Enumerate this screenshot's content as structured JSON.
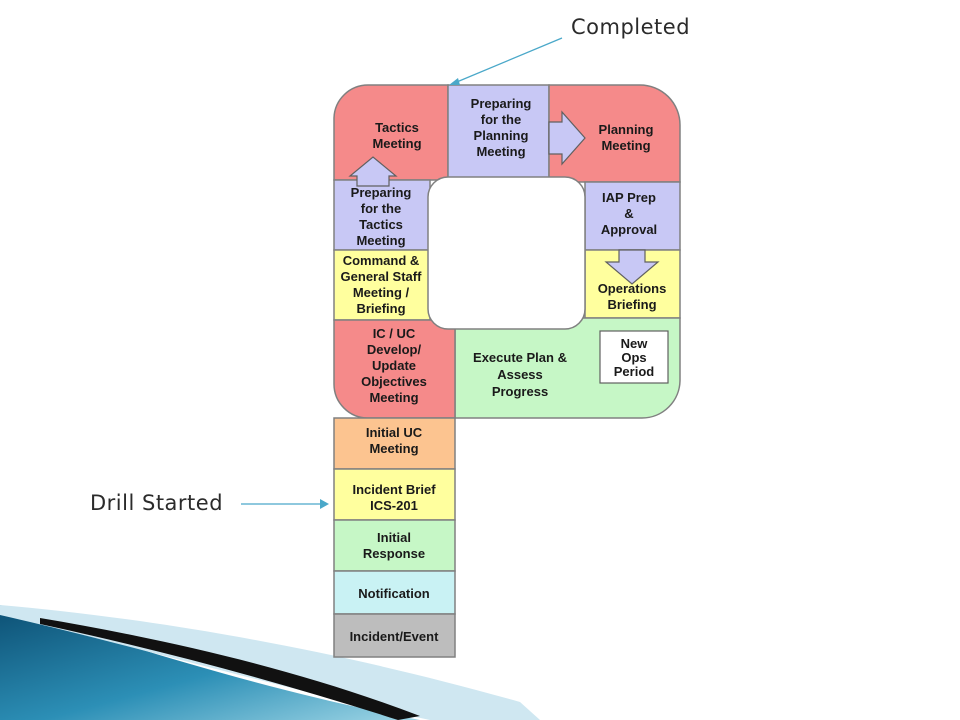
{
  "slide": {
    "colors": {
      "red": "#f58a8a",
      "purple": "#c8c8f5",
      "yellow": "#ffff9e",
      "green": "#c6f7c6",
      "orange": "#fcc490",
      "cyan": "#c9f2f4",
      "gray": "#bdbdbd",
      "arrow": "#4aa8c9"
    }
  },
  "callouts": {
    "completed": "Completed",
    "drill_started": "Drill Started"
  },
  "planning_p": {
    "steps": {
      "incident_event": [
        "Incident/Event"
      ],
      "notification": [
        "Notification"
      ],
      "initial_response": [
        "Initial",
        "Response"
      ],
      "incident_brief": [
        "Incident Brief",
        "ICS-201"
      ],
      "initial_uc": [
        "Initial UC",
        "Meeting"
      ],
      "ic_uc": [
        "IC / UC",
        "Develop/",
        "Update",
        "Objectives",
        "Meeting"
      ],
      "command_staff": [
        "Command &",
        "General Staff",
        "Meeting /",
        "Briefing"
      ],
      "prep_tactics": [
        "Preparing",
        "for the",
        "Tactics",
        "Meeting"
      ],
      "tactics": [
        "Tactics",
        "Meeting"
      ],
      "prep_planning": [
        "Preparing",
        "for the",
        "Planning",
        "Meeting"
      ],
      "planning": [
        "Planning",
        "Meeting"
      ],
      "iap": [
        "IAP Prep",
        "&",
        "Approval"
      ],
      "operations": [
        "Operations",
        "Briefing"
      ],
      "execute": [
        "Execute Plan &",
        "Assess",
        "Progress"
      ],
      "new_ops": [
        "New",
        "Ops",
        "Period"
      ]
    }
  }
}
